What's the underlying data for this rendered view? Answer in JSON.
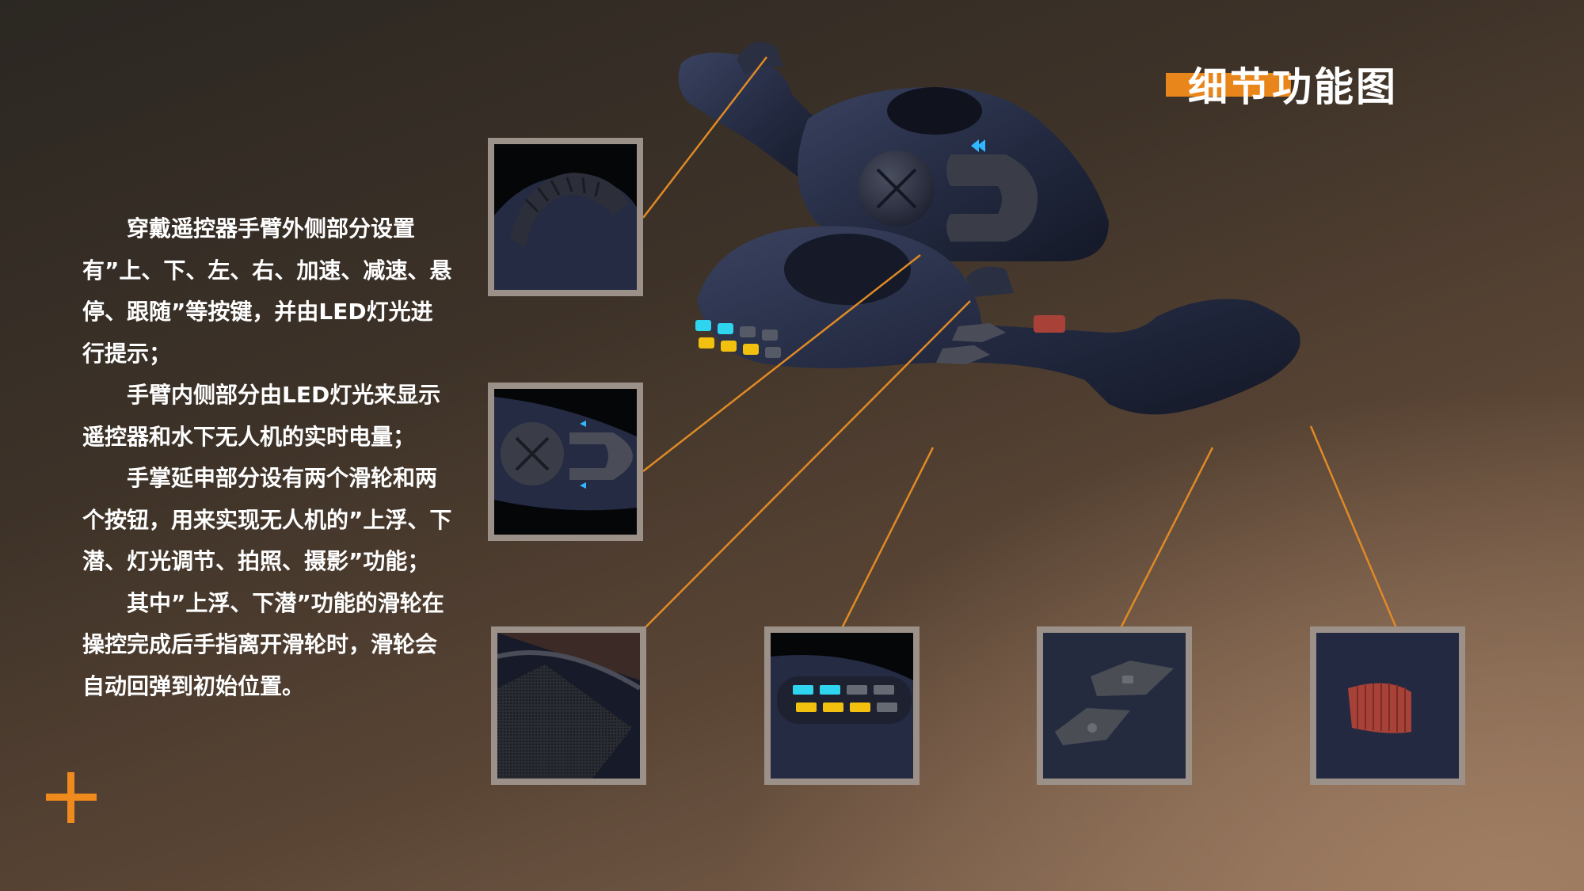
{
  "header": {
    "title": "细节功能图"
  },
  "description": {
    "paragraphs": [
      "穿戴遥控器手臂外侧部分设置有”上、下、左、右、加速、减速、悬停、跟随”等按键，并由LED灯光进行提示；",
      "手臂内侧部分由LED灯光来显示遥控器和水下无人机的实时电量；",
      "手掌延申部分设有两个滑轮和两个按钮，用来实现无人机的”上浮、下潜、灯光调节、拍照、摄影”功能；",
      "其中”上浮、下潜”功能的滑轮在操控完成后手指离开滑轮时，滑轮会自动回弹到初始位置。"
    ]
  },
  "detail_images": [
    {
      "name": "detail-scroll-wheel",
      "depicts": "top scroll wheel"
    },
    {
      "name": "detail-arm-buttons",
      "depicts": "outer arm directional buttons"
    },
    {
      "name": "detail-speaker-grille",
      "depicts": "ribbed inner panel"
    },
    {
      "name": "detail-led-indicators",
      "depicts": "LED battery indicators"
    },
    {
      "name": "detail-palm-buttons",
      "depicts": "photo and record buttons"
    },
    {
      "name": "detail-red-wheel",
      "depicts": "red scroll wheel"
    }
  ],
  "colors": {
    "accent": "#e9861b",
    "leader_line": "#e08a25",
    "thumb_border": "#9c9189",
    "device_body": "#242b42",
    "led_cyan": "#2fd4ef",
    "led_yellow": "#f2c10f",
    "red_wheel": "#a84238"
  },
  "icons": [
    "plus-icon"
  ]
}
